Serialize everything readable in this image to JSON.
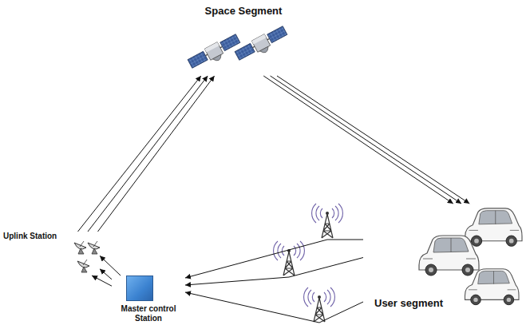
{
  "diagram": {
    "nodes": [
      {
        "text": [
          "Space Segment"
        ]
      },
      {
        "text": [
          "Uplink Station"
        ]
      },
      {
        "text": [
          "Master control Station"
        ]
      },
      {
        "text": [
          "User segment"
        ]
      }
    ],
    "edges": [
      {
        "from": 1,
        "to": 0,
        "arrow": "to"
      },
      {
        "from": 1,
        "to": 0,
        "arrow": "to"
      },
      {
        "from": 1,
        "to": 0,
        "arrow": "to"
      },
      {
        "from": 0,
        "to": 3,
        "arrow": "to"
      },
      {
        "from": 0,
        "to": 3,
        "arrow": "to"
      },
      {
        "from": 0,
        "to": 3,
        "arrow": "to"
      },
      {
        "from": 3,
        "to": 2,
        "arrow": "to"
      },
      {
        "from": 3,
        "to": 2,
        "arrow": "to"
      },
      {
        "from": 3,
        "to": 2,
        "arrow": "to"
      },
      {
        "from": 2,
        "to": 1,
        "arrow": "to"
      },
      {
        "from": 2,
        "to": 1,
        "arrow": "to"
      },
      {
        "from": 2,
        "to": 1,
        "arrow": "to"
      }
    ]
  }
}
